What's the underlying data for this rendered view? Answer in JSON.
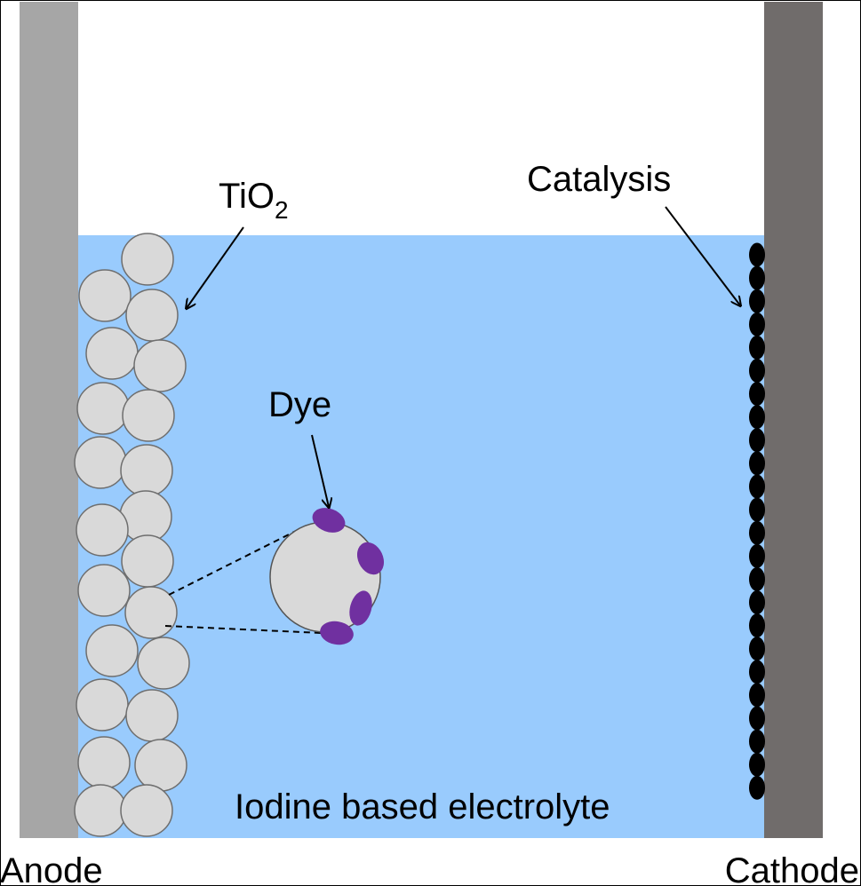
{
  "labels": {
    "tio2_main": "TiO",
    "tio2_sub": "2",
    "catalysis": "Catalysis",
    "dye": "Dye",
    "electrolyte": "Iodine based electrolyte",
    "anode": "Anode",
    "cathode": "Cathode"
  },
  "colors": {
    "electrolyte": "#99cbfd",
    "anode": "#a6a6a6",
    "cathode": "#706c6b",
    "particle": "#d9d9d9",
    "dye": "#7030a0",
    "catalyst": "#000000"
  }
}
